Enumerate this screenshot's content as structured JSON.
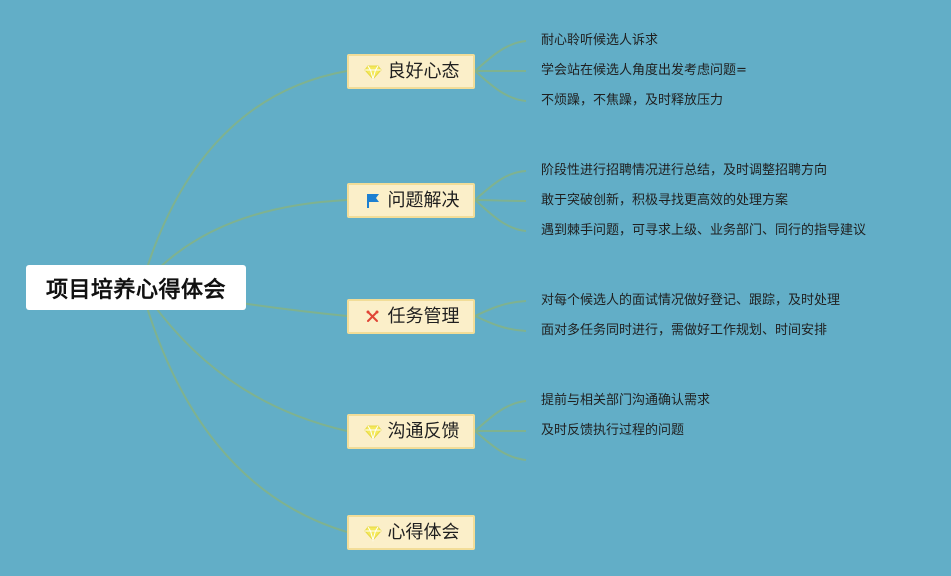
{
  "root": {
    "title": "项目培养心得体会"
  },
  "branches": [
    {
      "label": "良好心态",
      "icon": "gem-icon",
      "items": [
        "耐心聆听候选人诉求",
        "学会站在候选人角度出发考虑问题=",
        "不烦躁，不焦躁，及时释放压力"
      ]
    },
    {
      "label": "问题解决",
      "icon": "flag-icon",
      "items": [
        "阶段性进行招聘情况进行总结，及时调整招聘方向",
        "敢于突破创新，积极寻找更高效的处理方案",
        "遇到棘手问题，可寻求上级、业务部门、同行的指导建议"
      ]
    },
    {
      "label": "任务管理",
      "icon": "tools-icon",
      "items": [
        "对每个候选人的面试情况做好登记、跟踪，及时处理",
        "面对多任务同时进行，需做好工作规划、时间安排"
      ]
    },
    {
      "label": "沟通反馈",
      "icon": "gem-icon",
      "items": [
        "提前与相关部门沟通确认需求",
        "及时反馈执行过程的问题"
      ]
    },
    {
      "label": "心得体会",
      "icon": "gem-icon",
      "items": []
    }
  ],
  "colors": {
    "background": "#62aec7",
    "connector": "#7fb28f",
    "branch_fill": "#fbefc9",
    "branch_border": "#f2dd98",
    "gem": "#f4e95c",
    "flag": "#1d7fd1",
    "tools": "#e04536"
  }
}
